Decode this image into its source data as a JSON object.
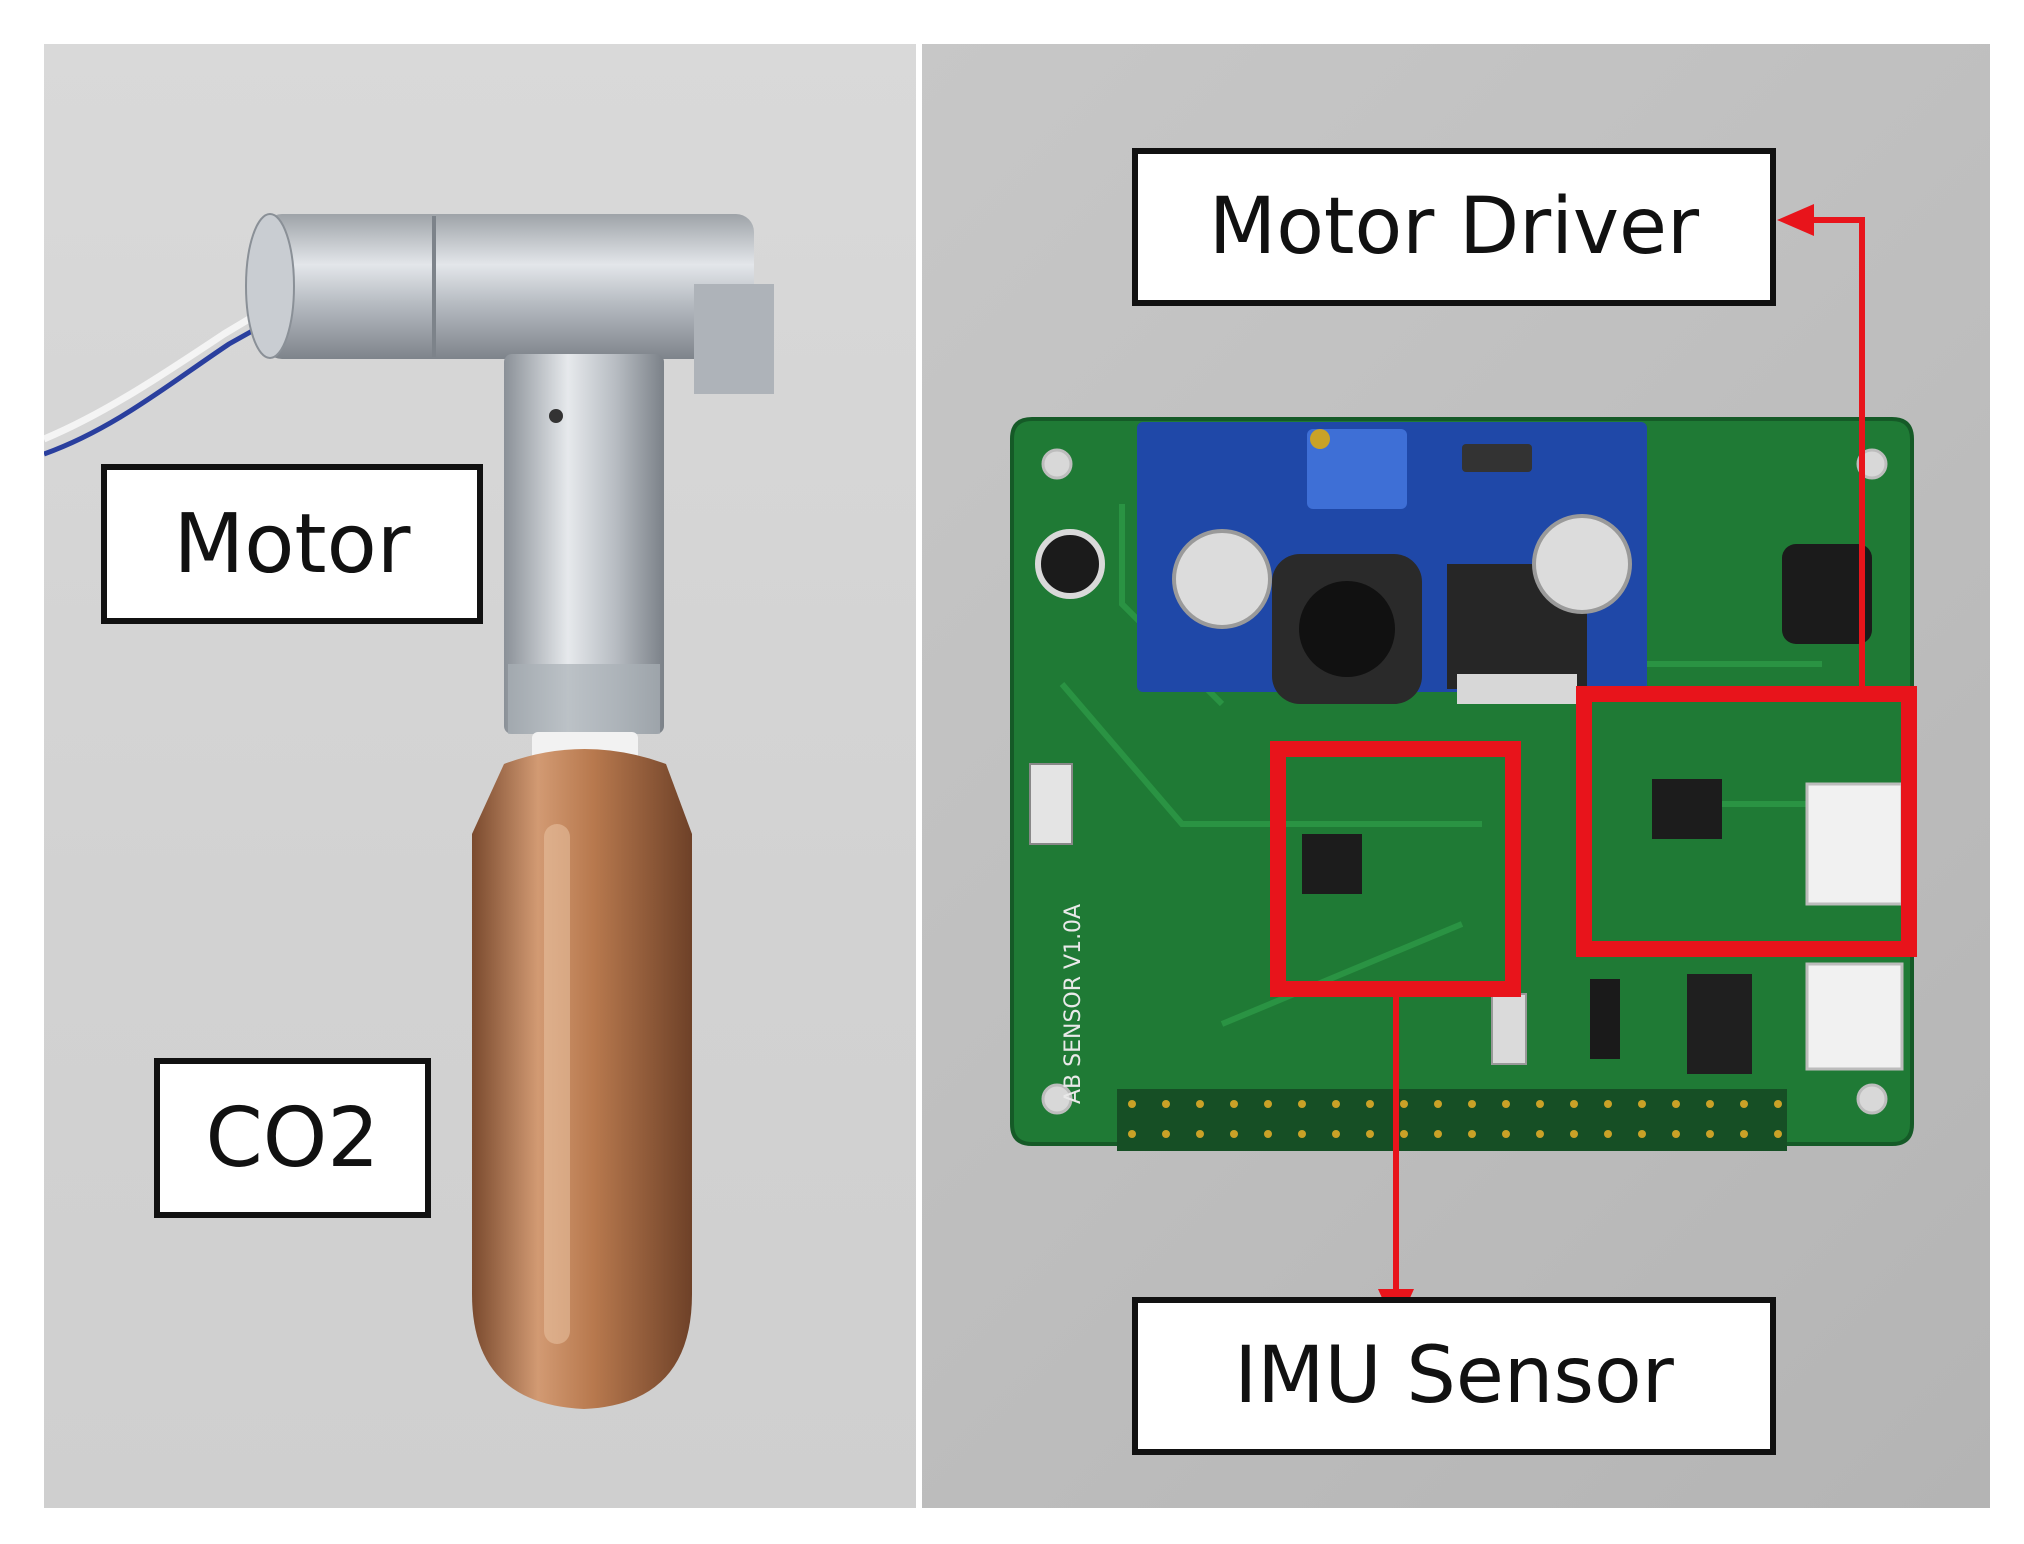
{
  "labels": {
    "motor": "Motor",
    "co2": "CO2",
    "motor_driver": "Motor Driver",
    "imu_sensor": "IMU Sensor"
  },
  "board_silkscreen": "AB SENSOR V1.0A",
  "colors": {
    "highlight": "#e8141b",
    "pcb_green": "#1f7a35",
    "regulator_blue": "#1f48a8",
    "copper": "#b8794e"
  }
}
